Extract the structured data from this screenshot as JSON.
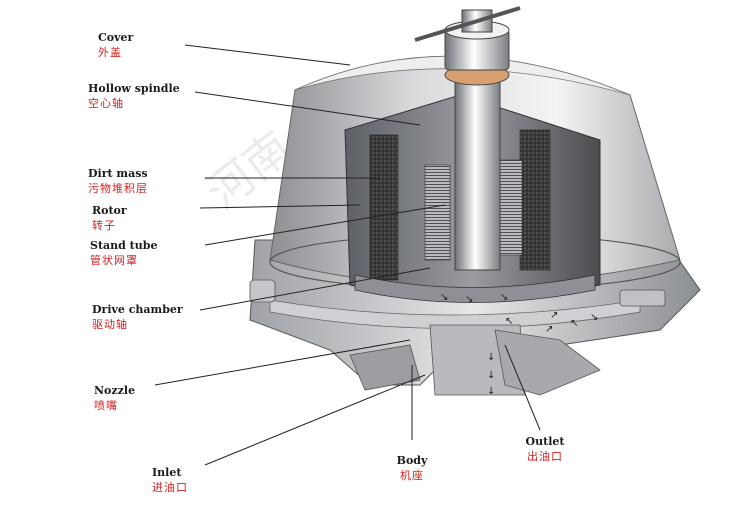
{
  "labels": {
    "cover": {
      "en": "Cover",
      "zh": "外盖"
    },
    "hollow_spindle": {
      "en": "Hollow spindle",
      "zh": "空心轴"
    },
    "dirt_mass": {
      "en": "Dirt mass",
      "zh": "污物堆积层"
    },
    "rotor": {
      "en": "Rotor",
      "zh": "转子"
    },
    "stand_tube": {
      "en": "Stand tube",
      "zh": "管状网罩"
    },
    "drive_chamber": {
      "en": "Drive chamber",
      "zh": "驱动轴"
    },
    "nozzle": {
      "en": "Nozzle",
      "zh": "喷嘴"
    },
    "inlet": {
      "en": "Inlet",
      "zh": "进油口"
    },
    "body": {
      "en": "Body",
      "zh": "机座"
    },
    "outlet": {
      "en": "Outlet",
      "zh": "出油口"
    }
  },
  "watermark": "河南",
  "colors": {
    "label_en": "#1a1a1a",
    "label_zh": "#d41f1f",
    "leader": "#222222",
    "flow_arrow": "#222222"
  }
}
